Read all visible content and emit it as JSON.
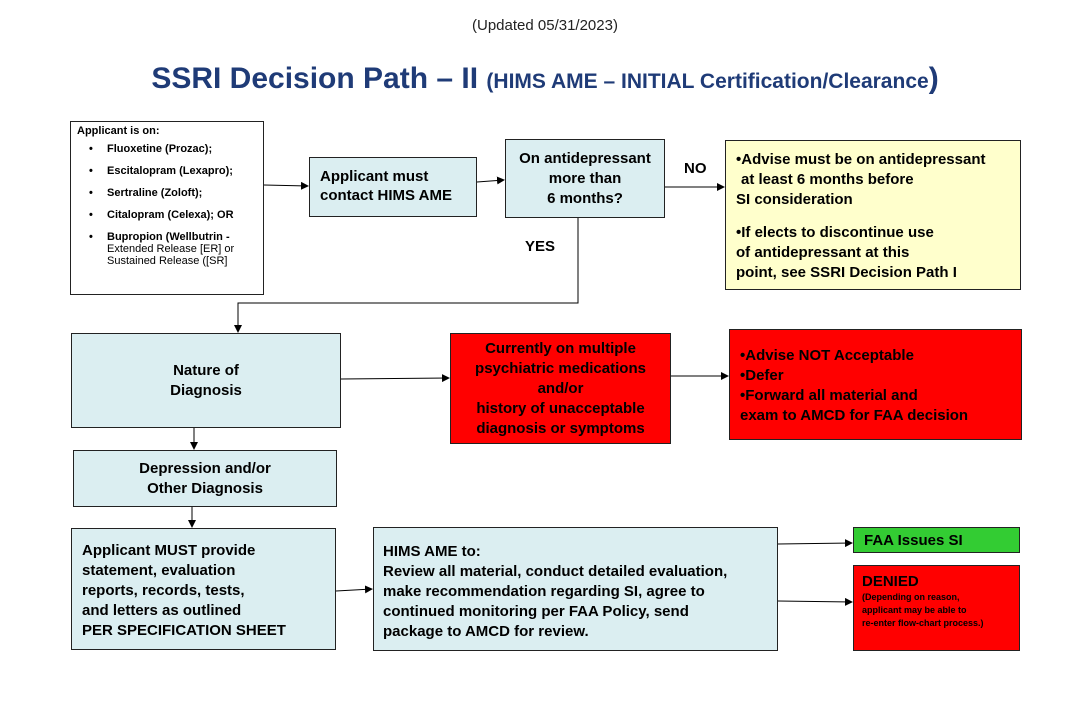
{
  "header": {
    "updated": "(Updated 05/31/2023)",
    "title_main": "SSRI Decision Path – II ",
    "title_sub": "(HIMS AME – INITIAL Certification/Clearance",
    "title_close": ")"
  },
  "applicant_box": {
    "heading": "Applicant is on:",
    "meds": [
      "Fluoxetine (Prozac);",
      "Escitalopram (Lexapro);",
      "Sertraline (Zoloft);",
      "Citalopram (Celexa); OR",
      "Bupropion (Wellbutrin -"
    ],
    "bupropion_detail_1": "Extended Release [ER] or",
    "bupropion_detail_2": "Sustained Release ([SR]"
  },
  "contact_box": {
    "line1": "Applicant must",
    "line2": "contact HIMS AME"
  },
  "question_box": {
    "line1": "On antidepressant",
    "line2": "more than",
    "line3": "6 months?"
  },
  "labels": {
    "no": "NO",
    "yes": "YES"
  },
  "advise_box": {
    "p1_line1": "•Advise must be on antidepressant",
    "p1_line2": "at least 6 months before",
    "p1_line3": "SI consideration",
    "p2_line1": "•If elects to discontinue use",
    "p2_line2": "of antidepressant at this",
    "p2_line3": "point, see SSRI Decision Path I"
  },
  "nature_box": {
    "line1": "Nature of",
    "line2": "Diagnosis"
  },
  "multiple_box": {
    "line1": "Currently on multiple",
    "line2": "psychiatric medications",
    "line3": "and/or",
    "line4": "history of unacceptable",
    "line5": "diagnosis or symptoms"
  },
  "not_acceptable_box": {
    "line1": "•Advise NOT Acceptable",
    "line2": "•Defer",
    "line3": "•Forward all material and",
    "line4": "exam to AMCD for FAA decision"
  },
  "depression_box": {
    "line1": "Depression and/or",
    "line2": "Other Diagnosis"
  },
  "provide_box": {
    "line1": "Applicant MUST provide",
    "line2": "statement, evaluation",
    "line3": "reports, records, tests,",
    "line4": "and letters as outlined",
    "line5": "PER SPECIFICATION SHEET"
  },
  "hims_box": {
    "line1": "HIMS AME to:",
    "line2": "Review all material, conduct detailed evaluation,",
    "line3": "make recommendation regarding SI, agree to",
    "line4": "continued monitoring per FAA Policy, send",
    "line5": "package to AMCD for review."
  },
  "faa_box": {
    "label": "FAA Issues SI"
  },
  "denied_box": {
    "heading": "DENIED",
    "note1": "(Depending on reason,",
    "note2": "applicant may be able to",
    "note3": "re-enter flow-chart process.)"
  },
  "colors": {
    "title": "#1f3b77",
    "blue_box": "#dbeef1",
    "yellow_box": "#ffffcc",
    "red_box": "#ff0000",
    "green_box": "#33cc33"
  }
}
